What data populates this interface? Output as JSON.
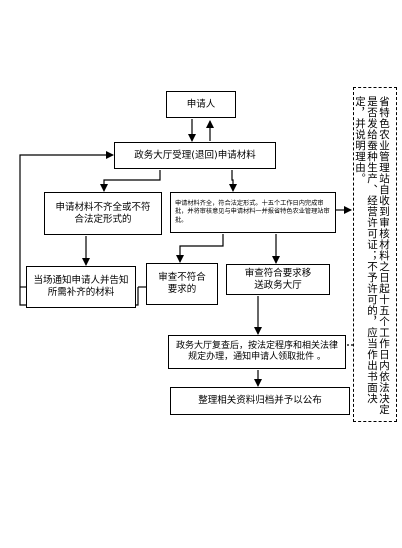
{
  "nodes": {
    "applicant": "申请人",
    "receive": "政务大厅受理(退回)申请材料",
    "incomplete": "申请材料不齐全或不符合法定形式的",
    "complete": "申请材料齐全，符合法定形式。十五个工作日内完成审批，并将审核意见与申请材料一并报省特色农业管理站审批。",
    "notify": "当场通知申请人并告知所需补齐的材料",
    "reject": "审查不符合要求的",
    "approve": "审查符合要求移送政务大厅",
    "review": "政务大厅复查后，按法定程序和相关法律规定办理，通知申请人领取批件 。",
    "archive": "整理相关资料归档并予以公布"
  },
  "side_note": "省特色农业管理站自收到审核材料之日起十五个工作日内依法决定是否发给蚕种生产、经营许可证；不予许可的，应当作出书面决定，并说明理由。"
}
